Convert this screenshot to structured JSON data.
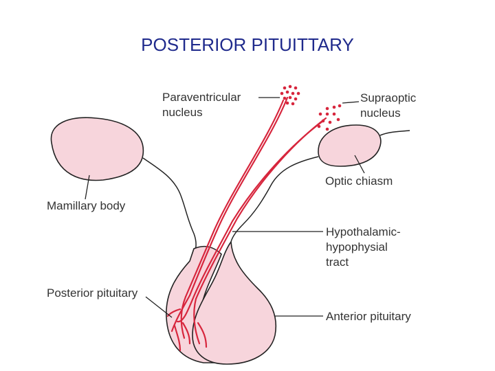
{
  "title": "POSTERIOR PITUITTARY",
  "labels": {
    "paraventricular_1": "Paraventricular",
    "paraventricular_2": "nucleus",
    "supraoptic_1": "Supraoptic",
    "supraoptic_2": "nucleus",
    "optic_chiasm": "Optic chiasm",
    "mamillary_body": "Mamillary body",
    "tract_1": "Hypothalamic-",
    "tract_2": "hypophysial",
    "tract_3": "tract",
    "posterior_pituitary": "Posterior pituitary",
    "anterior_pituitary": "Anterior pituitary"
  },
  "colors": {
    "title": "#1f2a8c",
    "tissue_fill": "#f7d5dc",
    "outline": "#222222",
    "nerve": "#d7263d",
    "label": "#333333"
  }
}
